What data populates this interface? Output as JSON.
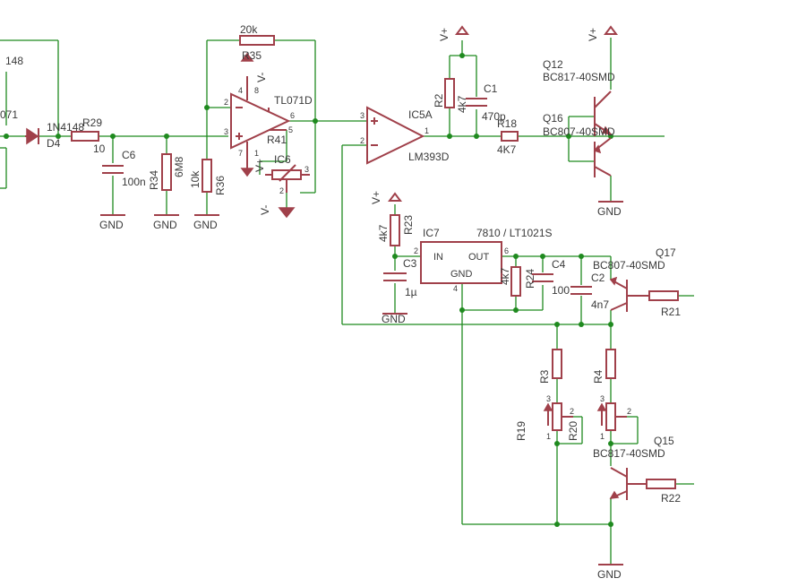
{
  "labels": {
    "d4_part_a": "148",
    "d4_part_b": "071",
    "d4_value": "1N4148",
    "d4_name": "D4",
    "r29_name": "R29",
    "r29_value": "10",
    "c6_name": "C6",
    "c6_value": "100n",
    "r34_name": "R34",
    "r34_value": "6M8",
    "r36_name": "R36",
    "r36_value": "10k",
    "r35_value": "20k",
    "r35_name": "R35",
    "ic6_value": "TL071D",
    "ic6_name": "IC6",
    "r41_name": "R41",
    "ic5_name": "IC5A",
    "ic5_value": "LM393D",
    "r2_name": "R2",
    "r2_value": "4k7",
    "c1_name": "C1",
    "c1_value": "470p",
    "r18_name": "R18",
    "r18_value": "4K7",
    "q12_name": "Q12",
    "q12_value": "BC817-40SMD",
    "q16_name": "Q16",
    "q16_value": "BC807-40SMD",
    "r23_name": "R23",
    "r23_value": "4k7",
    "c3_name": "C3",
    "c3_value": "1µ",
    "ic7_name": "IC7",
    "ic7_value": "7810 / LT1021S",
    "ic7_in": "IN",
    "ic7_out": "OUT",
    "ic7_gnd": "GND",
    "r24_name": "R24",
    "r24_value": "4k7",
    "c4_name": "C4",
    "c4_value": "100",
    "c2_name": "C2",
    "c2_value": "4n7",
    "q17_name": "Q17",
    "q17_value": "BC807-40SMD",
    "r21_name": "R21",
    "r3_name": "R3",
    "r4_name": "R4",
    "r19_name": "R19",
    "r20_name": "R20",
    "q15_name": "Q15",
    "q15_value": "BC817-40SMD",
    "r22_name": "R22",
    "gnd": "GND",
    "vplus": "V+",
    "vminus": "V-"
  },
  "pins": {
    "n1": "1",
    "n2": "2",
    "n3": "3",
    "n4": "4",
    "n5": "5",
    "n6": "6",
    "n7": "7",
    "n8": "8"
  }
}
